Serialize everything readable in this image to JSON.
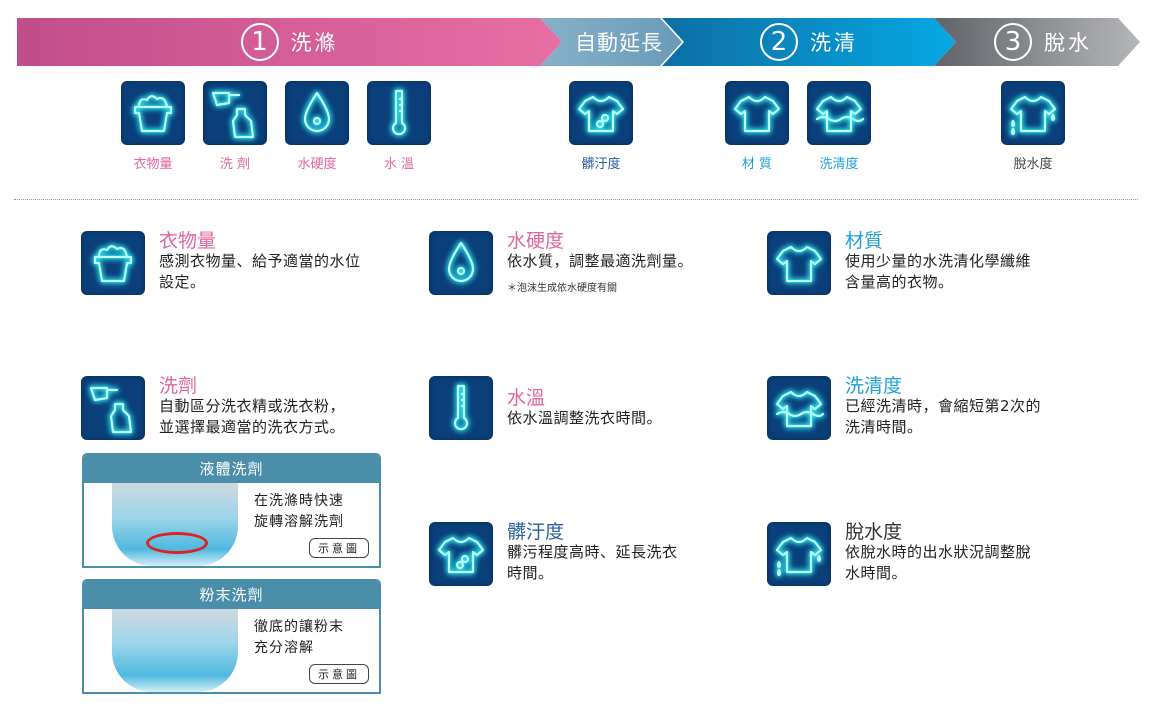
{
  "banner": [
    {
      "num": "1",
      "label": "洗滌"
    },
    {
      "num": "",
      "label": "自動延長"
    },
    {
      "num": "2",
      "label": "洗清"
    },
    {
      "num": "3",
      "label": "脫水"
    }
  ],
  "top_icons": [
    {
      "icon": "basket-icon",
      "label": "衣物量",
      "color": "#e0679c"
    },
    {
      "icon": "detergent-icon",
      "label": "洗 劑",
      "color": "#e0679c"
    },
    {
      "icon": "water-drop-icon",
      "label": "水硬度",
      "color": "#e0679c"
    },
    {
      "icon": "thermometer-icon",
      "label": "水 溫",
      "color": "#e0679c"
    },
    {
      "icon": "stained-shirt-icon",
      "label": "髒汙度",
      "color": "#2a5fa0"
    },
    {
      "icon": "shirt-icon",
      "label": "材 質",
      "color": "#1fa0d8"
    },
    {
      "icon": "rinse-shirt-icon",
      "label": "洗清度",
      "color": "#1fa0d8"
    },
    {
      "icon": "spin-shirt-icon",
      "label": "脫水度",
      "color": "#444444"
    }
  ],
  "details": [
    {
      "icon": "basket-icon",
      "title": "衣物量",
      "desc": [
        "感測衣物量、給予適當的水位",
        "設定。"
      ],
      "color": "#e0679c"
    },
    {
      "icon": "water-drop-icon",
      "title": "水硬度",
      "desc": [
        "依水質，調整最適洗劑量。"
      ],
      "note": "＊泡沫生成依水硬度有關",
      "color": "#e0679c"
    },
    {
      "icon": "shirt-icon",
      "title": "材質",
      "desc": [
        "使用少量的水洗清化學纖維",
        "含量高的衣物。"
      ],
      "color": "#1fa0d8"
    },
    {
      "icon": "detergent-icon",
      "title": "洗劑",
      "desc": [
        "自動區分洗衣精或洗衣粉，",
        "並選擇最適當的洗衣方式。"
      ],
      "color": "#e0679c"
    },
    {
      "icon": "thermometer-icon",
      "title": "水溫",
      "desc": [
        "依水溫調整洗衣時間。"
      ],
      "color": "#e0679c"
    },
    {
      "icon": "rinse-shirt-icon",
      "title": "洗清度",
      "desc": [
        "已經洗清時，會縮短第2次的",
        "洗清時間。"
      ],
      "color": "#1fa0d8"
    },
    {
      "icon": "stained-shirt-icon",
      "title": "髒汙度",
      "desc": [
        "髒污程度高時、延長洗衣",
        "時間。"
      ],
      "color": "#2a5fa0"
    },
    {
      "icon": "spin-shirt-icon",
      "title": "脫水度",
      "desc": [
        "依脫水時的出水狀況調整脫",
        "水時間。"
      ],
      "color": "#333333"
    }
  ],
  "boxes": [
    {
      "title": "液體洗劑",
      "text": [
        "在洗滌時快速",
        "旋轉溶解洗劑"
      ],
      "tag": "示意圖"
    },
    {
      "title": "粉末洗劑",
      "text": [
        "徹底的讓粉末",
        "充分溶解"
      ],
      "tag": "示意圖"
    }
  ]
}
